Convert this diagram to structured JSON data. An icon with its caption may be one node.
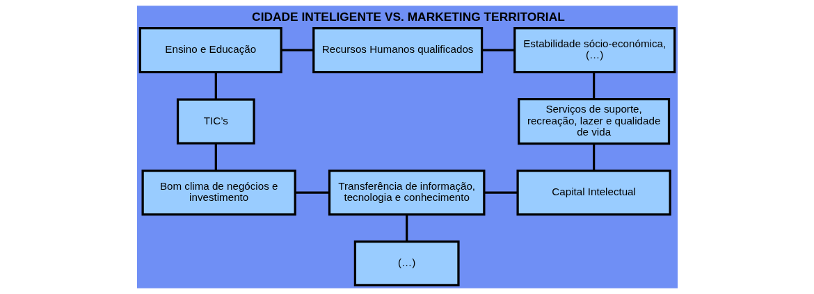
{
  "diagram": {
    "title": "CIDADE INTELIGENTE VS. MARKETING TERRITORIAL",
    "nodes": [
      {
        "text": [
          "Ensino e Educação"
        ]
      },
      {
        "text": [
          "Recursos Humanos qualificados"
        ]
      },
      {
        "text": [
          "Estabilidade sócio-económica, (…)"
        ]
      },
      {
        "text": [
          "TIC’s"
        ]
      },
      {
        "text": [
          "Serviços de suporte, recreação, lazer e qualidade de vida"
        ]
      },
      {
        "text": [
          "Bom clima de negócios e investimento"
        ]
      },
      {
        "text": [
          "Transferência de informação, tecnologia e conhecimento"
        ]
      },
      {
        "text": [
          "Capital Intelectual"
        ]
      },
      {
        "text": [
          "(…)"
        ]
      }
    ],
    "edges": [
      {
        "from": 0,
        "to": 1,
        "arrow": "none"
      },
      {
        "from": 1,
        "to": 2,
        "arrow": "none"
      },
      {
        "from": 2,
        "to": 4,
        "arrow": "none"
      },
      {
        "from": 4,
        "to": 7,
        "arrow": "none"
      },
      {
        "from": 0,
        "to": 3,
        "arrow": "none"
      },
      {
        "from": 3,
        "to": 5,
        "arrow": "none"
      },
      {
        "from": 5,
        "to": 6,
        "arrow": "none"
      },
      {
        "from": 6,
        "to": 7,
        "arrow": "none"
      },
      {
        "from": 6,
        "to": 8,
        "arrow": "none"
      }
    ]
  }
}
